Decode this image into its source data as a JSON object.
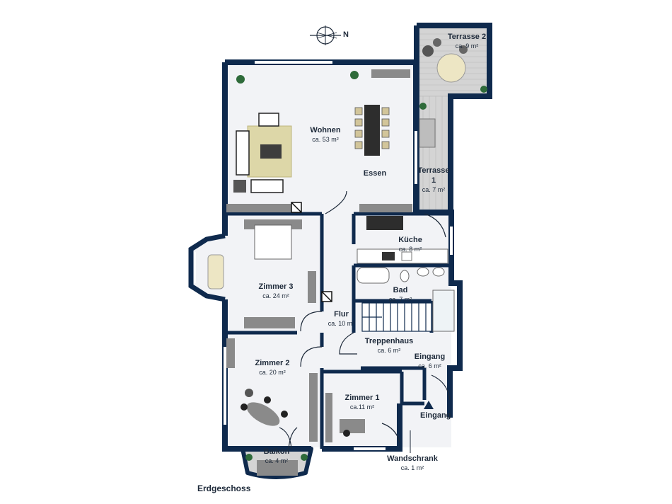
{
  "floor": {
    "title": "Erdgeschoss"
  },
  "compass": {
    "label": "N"
  },
  "entrance": {
    "label": "Eingang"
  },
  "colors": {
    "wall": "#0f2a4d",
    "floor": "#f2f3f6",
    "deck": "#d6d6d6",
    "rug": "#ddd7a8",
    "furniture": "#8a8a8a"
  },
  "rooms": {
    "wohnen": {
      "name": "Wohnen",
      "area": "ca. 53 m²"
    },
    "essen": {
      "name": "Essen"
    },
    "terrasse2": {
      "name": "Terrasse 2",
      "area": "ca. 9 m²"
    },
    "terrasse1": {
      "name": "Terrasse 1",
      "area": "ca. 7 m²"
    },
    "kueche": {
      "name": "Küche",
      "area": "ca. 8 m²"
    },
    "bad": {
      "name": "Bad",
      "area": "ca. 7 m²"
    },
    "zimmer3": {
      "name": "Zimmer 3",
      "area": "ca. 24 m²"
    },
    "flur": {
      "name": "Flur",
      "area": "ca. 10 m²"
    },
    "treppenhaus": {
      "name": "Treppenhaus",
      "area": "ca. 6 m²"
    },
    "eingang": {
      "name": "Eingang",
      "area": "ca. 6 m²"
    },
    "zimmer2": {
      "name": "Zimmer 2",
      "area": "ca. 20 m²"
    },
    "zimmer1": {
      "name": "Zimmer 1",
      "area": "ca.11 m²"
    },
    "balkon": {
      "name": "Balkon",
      "area": "ca. 4 m²"
    },
    "wandschrank": {
      "name": "Wandschrank",
      "area": "ca. 1 m²"
    }
  }
}
